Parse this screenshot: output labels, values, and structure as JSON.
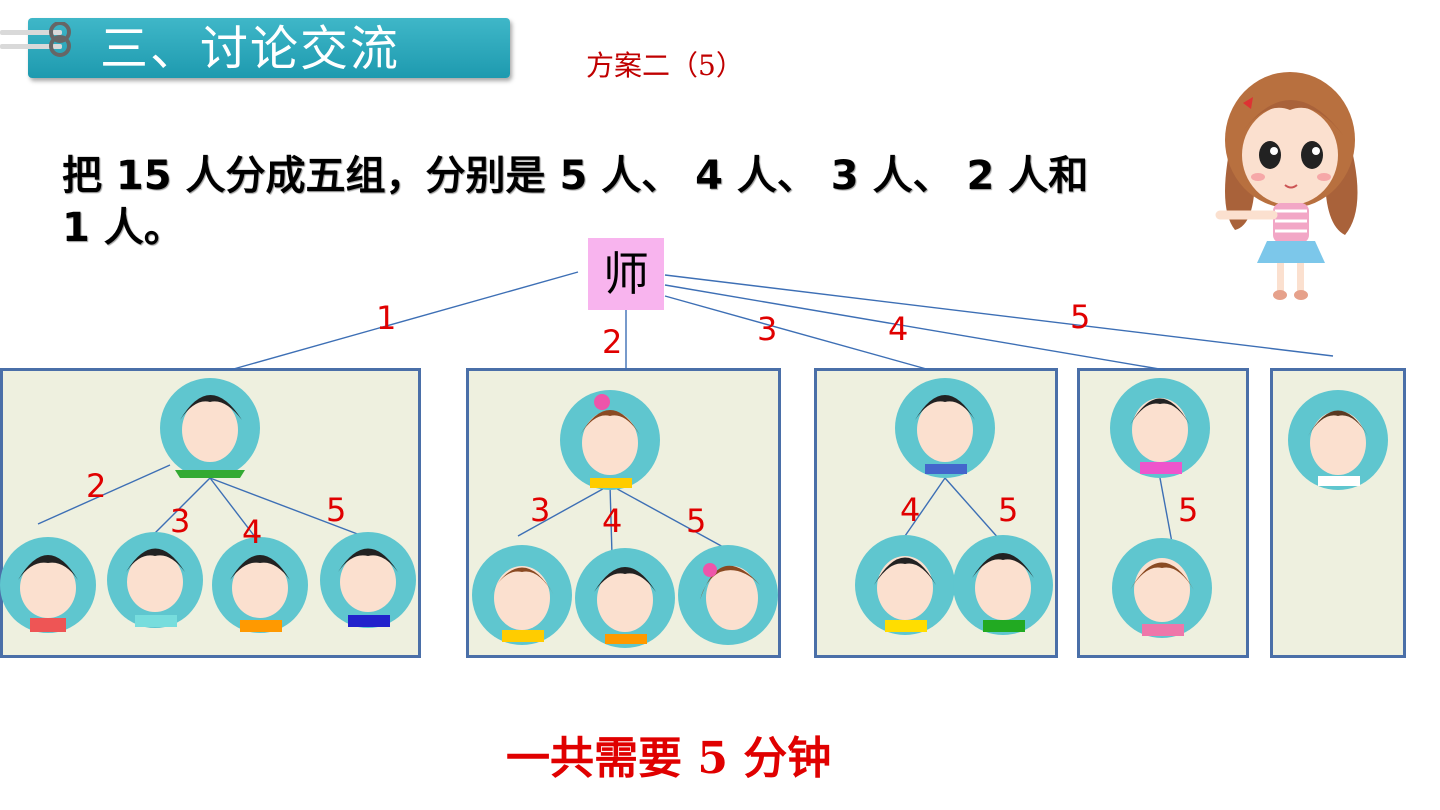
{
  "header": {
    "title": "三、讨论交流",
    "plan_label": "方案二（5）"
  },
  "problem": {
    "text": "把 15 人分成五组，分别是 5 人、 4 人、 3 人、 2 人和 1 人。"
  },
  "teacher": {
    "label": "师"
  },
  "teacher_edges": [
    "1",
    "2",
    "3",
    "4",
    "5"
  ],
  "groups": [
    {
      "size": 5,
      "edge_labels": [
        "2",
        "3",
        "4",
        "5"
      ]
    },
    {
      "size": 4,
      "edge_labels": [
        "3",
        "4",
        "5"
      ]
    },
    {
      "size": 3,
      "edge_labels": [
        "4",
        "5"
      ]
    },
    {
      "size": 2,
      "edge_labels": [
        "5"
      ]
    },
    {
      "size": 1,
      "edge_labels": []
    }
  ],
  "summary": {
    "text": "一共需要 5 分钟"
  },
  "colors": {
    "header": "#1e9aaf",
    "teacher_box": "#f8b4ee",
    "group_bg": "#eef0df",
    "group_border": "#4a6fa8",
    "accent_red": "#e00000",
    "avatar_circle": "#5fc6cf"
  }
}
